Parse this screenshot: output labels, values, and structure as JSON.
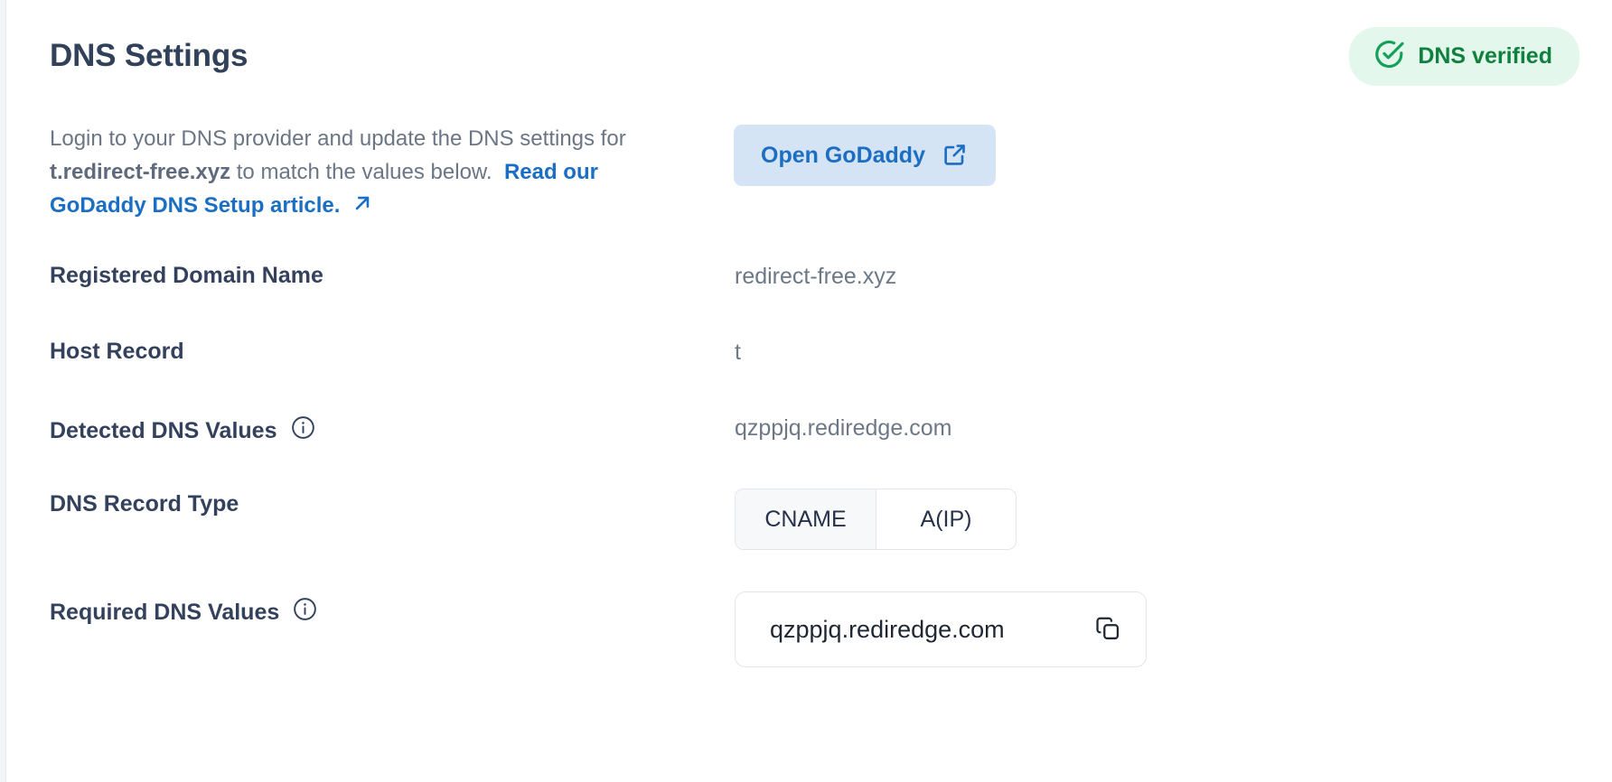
{
  "header": {
    "title": "DNS Settings",
    "status_badge": {
      "label": "DNS verified",
      "icon": "circle-check-icon",
      "bg_color": "#e4f7ec",
      "text_color": "#10803f"
    }
  },
  "description": {
    "text_before": "Login to your DNS provider and update the DNS settings for ",
    "domain": "t.redirect-free.xyz",
    "text_after": " to match the values below.",
    "link_text": "Read our GoDaddy DNS Setup article.",
    "link_icon": "arrow-up-right-icon",
    "link_color": "#1a6fc4"
  },
  "provider_button": {
    "label": "Open GoDaddy",
    "icon": "external-link-icon",
    "bg_color": "#d5e4f4",
    "text_color": "#1b6ec2"
  },
  "rows": [
    {
      "label": "Registered Domain Name",
      "value": "redirect-free.xyz",
      "has_info": false
    },
    {
      "label": "Host Record",
      "value": "t",
      "has_info": false
    },
    {
      "label": "Detected DNS Values",
      "value": "qzppjq.rediredge.com",
      "has_info": true
    },
    {
      "label": "DNS Record Type",
      "has_info": false
    },
    {
      "label": "Required DNS Values",
      "has_info": true
    }
  ],
  "record_type": {
    "options": [
      "CNAME",
      "A(IP)"
    ],
    "selected": "CNAME"
  },
  "required_dns": {
    "value": "qzppjq.rediredge.com",
    "copy_icon": "copy-icon"
  },
  "colors": {
    "title": "#31415a",
    "label": "#33415c",
    "value": "#6d7887",
    "muted": "#6b7685",
    "border": "#e2e6ea"
  }
}
